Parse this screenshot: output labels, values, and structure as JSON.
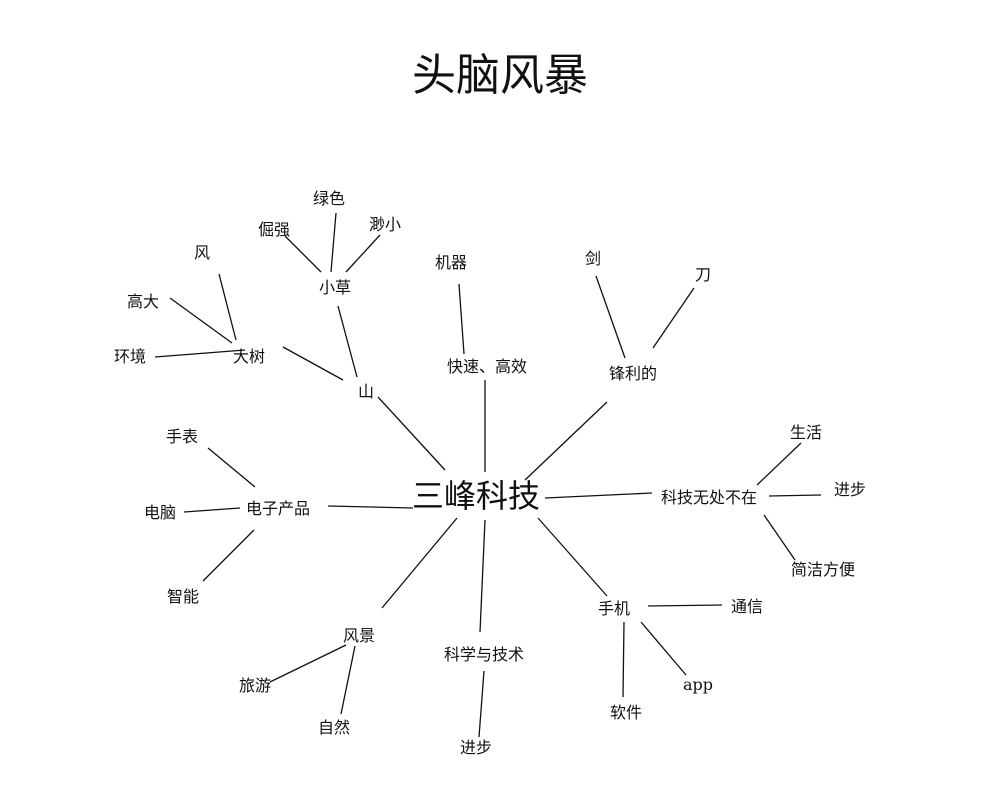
{
  "title": "头脑风暴",
  "center": "三峰科技",
  "nodes": {
    "shan": "山",
    "xiaocao": "小草",
    "lvse": "绿色",
    "juejiang": "倔强",
    "miaoxiao": "渺小",
    "dashu": "大树",
    "feng": "风",
    "gaoda": "高大",
    "huanjing": "环境",
    "kuaisu": "快速、高效",
    "jiqi": "机器",
    "fengli": "锋利的",
    "jian": "剑",
    "dao": "刀",
    "kejiwuchu": "科技无处不在",
    "shenghuo": "生活",
    "jinbu1": "进步",
    "jianjie": "简洁方便",
    "dianzi": "电子产品",
    "shoubiao": "手表",
    "diannao": "电脑",
    "zhineng": "智能",
    "fengjing": "风景",
    "lvyou": "旅游",
    "ziran": "自然",
    "kexue": "科学与技术",
    "jinbu2": "进步",
    "shouji": "手机",
    "tongxin": "通信",
    "app": "app",
    "ruanjian": "软件"
  }
}
